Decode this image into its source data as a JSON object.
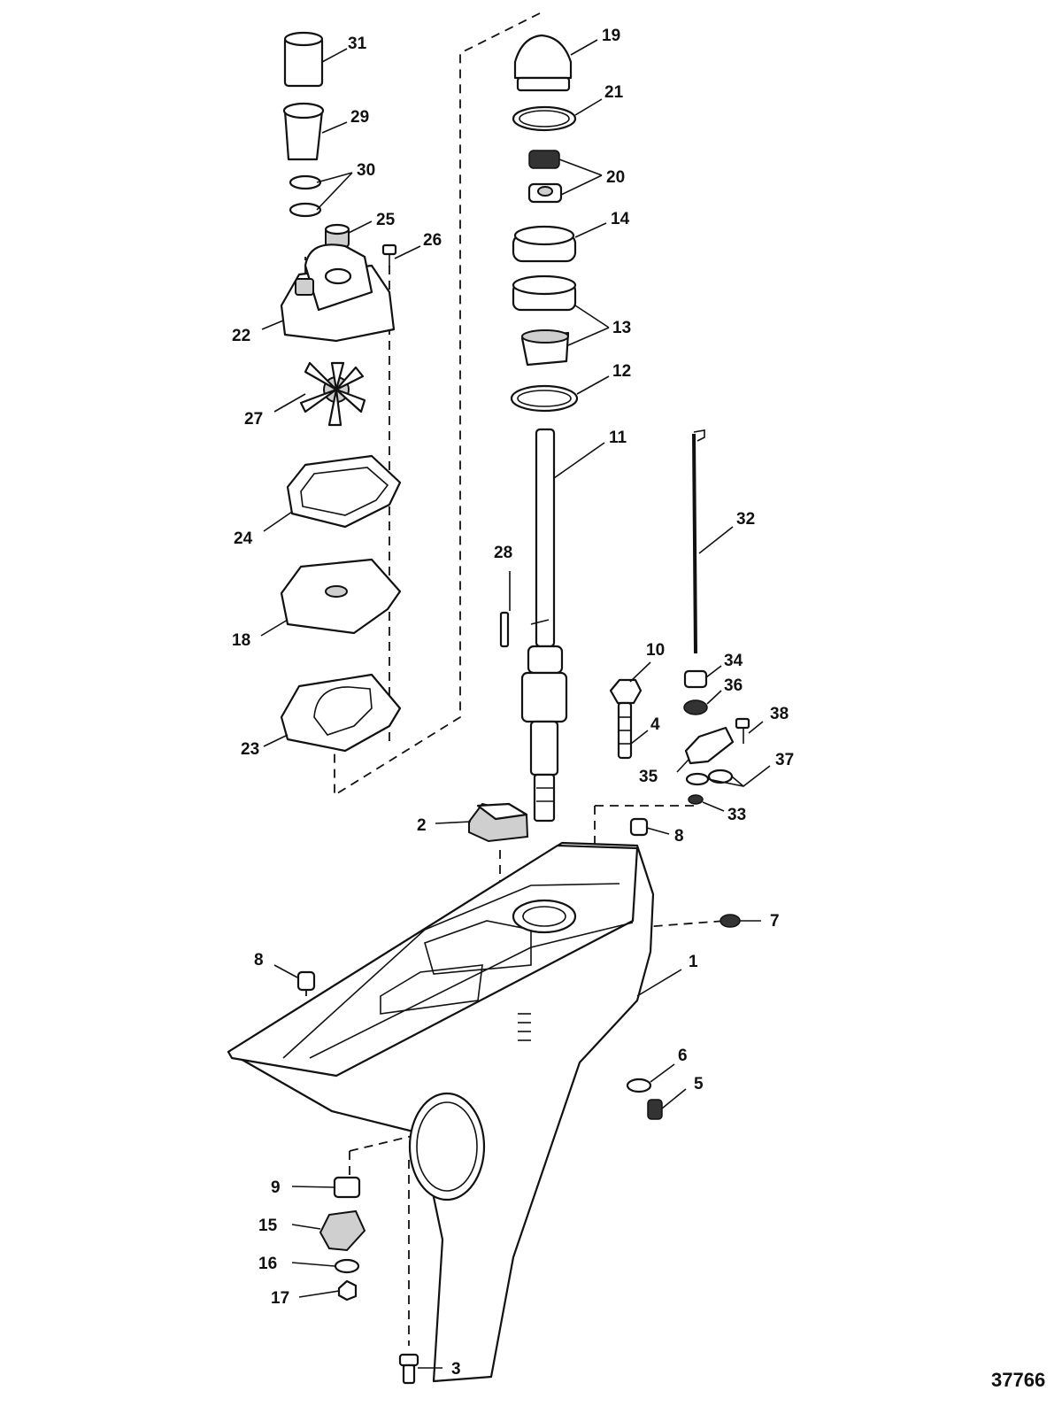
{
  "figure_number": "37766",
  "callouts": [
    {
      "id": "c31",
      "text": "31"
    },
    {
      "id": "c29",
      "text": "29"
    },
    {
      "id": "c30",
      "text": "30"
    },
    {
      "id": "c25",
      "text": "25"
    },
    {
      "id": "c26",
      "text": "26"
    },
    {
      "id": "c22",
      "text": "22"
    },
    {
      "id": "c27",
      "text": "27"
    },
    {
      "id": "c24",
      "text": "24"
    },
    {
      "id": "c18",
      "text": "18"
    },
    {
      "id": "c23",
      "text": "23"
    },
    {
      "id": "c19",
      "text": "19"
    },
    {
      "id": "c21",
      "text": "21"
    },
    {
      "id": "c20",
      "text": "20"
    },
    {
      "id": "c14",
      "text": "14"
    },
    {
      "id": "c13",
      "text": "13"
    },
    {
      "id": "c12",
      "text": "12"
    },
    {
      "id": "c11",
      "text": "11"
    },
    {
      "id": "c32",
      "text": "32"
    },
    {
      "id": "c28",
      "text": "28"
    },
    {
      "id": "c10",
      "text": "10"
    },
    {
      "id": "c34",
      "text": "34"
    },
    {
      "id": "c36",
      "text": "36"
    },
    {
      "id": "c38",
      "text": "38"
    },
    {
      "id": "c4",
      "text": "4"
    },
    {
      "id": "c35",
      "text": "35"
    },
    {
      "id": "c37",
      "text": "37"
    },
    {
      "id": "c33",
      "text": "33"
    },
    {
      "id": "c2",
      "text": "2"
    },
    {
      "id": "c8a",
      "text": "8"
    },
    {
      "id": "c7",
      "text": "7"
    },
    {
      "id": "c8b",
      "text": "8"
    },
    {
      "id": "c1",
      "text": "1"
    },
    {
      "id": "c6",
      "text": "6"
    },
    {
      "id": "c5",
      "text": "5"
    },
    {
      "id": "c9",
      "text": "9"
    },
    {
      "id": "c15",
      "text": "15"
    },
    {
      "id": "c16",
      "text": "16"
    },
    {
      "id": "c17",
      "text": "17"
    },
    {
      "id": "c3",
      "text": "3"
    }
  ]
}
